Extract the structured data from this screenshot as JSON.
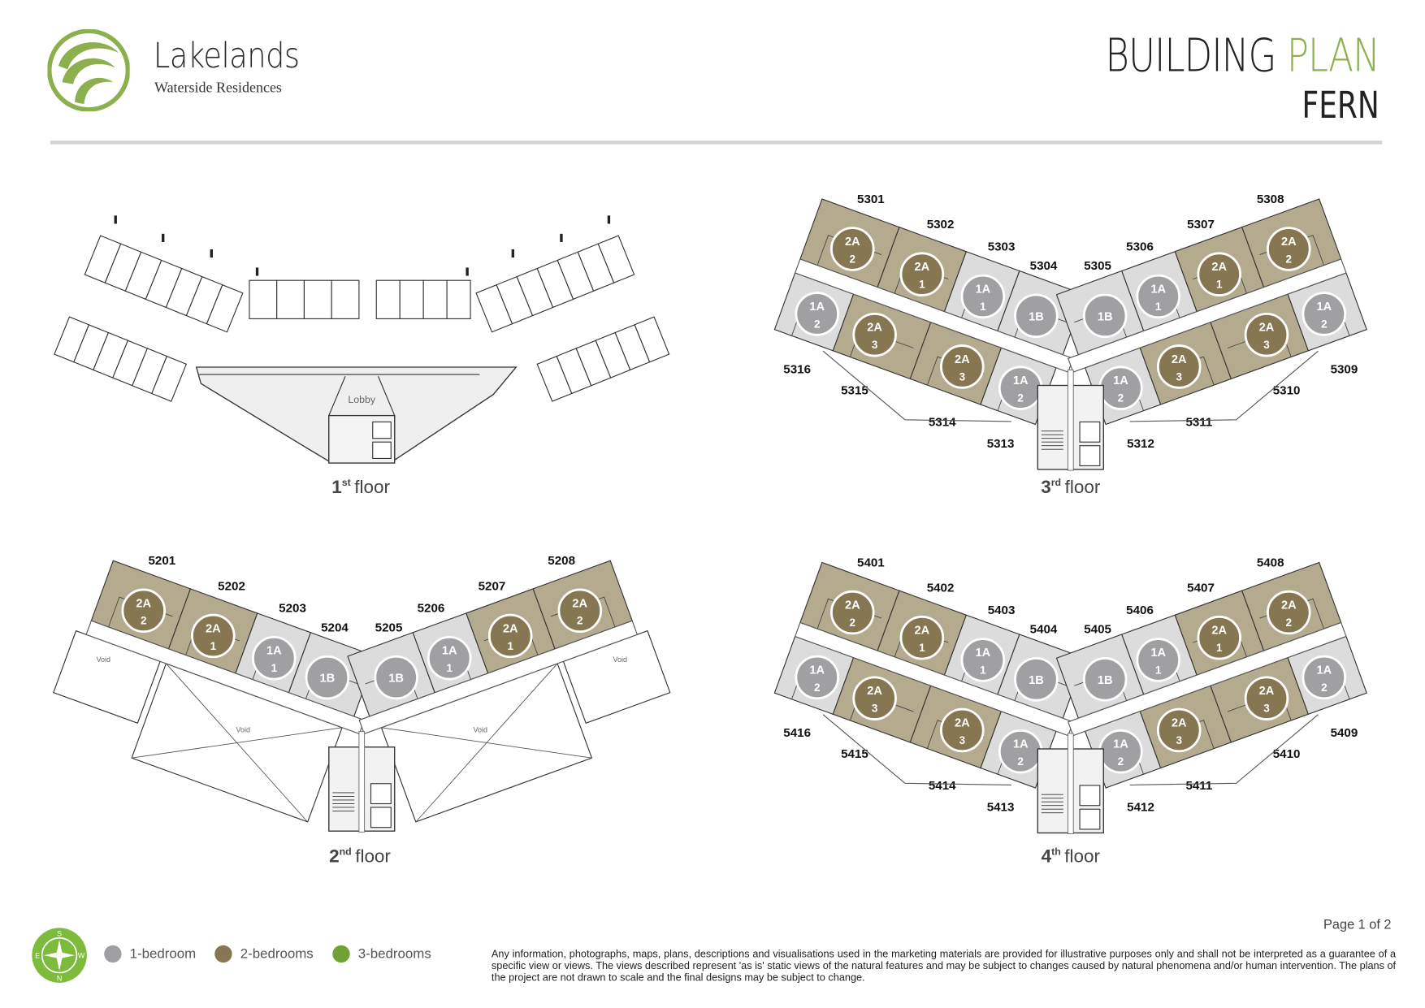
{
  "header": {
    "brand_name": "Lakelands",
    "brand_tagline": "Waterside Residences",
    "title_main": "BUILDING",
    "title_accent": "PLAN",
    "subtitle": "FERN"
  },
  "colors": {
    "accent_green": "#8db04f",
    "one_bed": "#a09fa1",
    "two_bed": "#867651",
    "three_bed": "#6fa134",
    "one_bed_fill": "#dcdcdc",
    "two_bed_fill": "#b4aa8e"
  },
  "floors": [
    {
      "key": "f1",
      "num": "1",
      "sup": "st",
      "word": "floor",
      "lobby_label": "Lobby"
    },
    {
      "key": "f2",
      "num": "2",
      "sup": "nd",
      "word": "floor",
      "void_label": "Void",
      "left_top": [
        {
          "id": "5204",
          "code": "1B",
          "variant": "",
          "beds": 1
        },
        {
          "id": "5203",
          "code": "1A",
          "variant": "1",
          "beds": 1
        },
        {
          "id": "5202",
          "code": "2A",
          "variant": "1",
          "beds": 2
        },
        {
          "id": "5201",
          "code": "2A",
          "variant": "2",
          "beds": 2
        }
      ],
      "right_top": [
        {
          "id": "5205",
          "code": "1B",
          "variant": "",
          "beds": 1
        },
        {
          "id": "5206",
          "code": "1A",
          "variant": "1",
          "beds": 1
        },
        {
          "id": "5207",
          "code": "2A",
          "variant": "1",
          "beds": 2
        },
        {
          "id": "5208",
          "code": "2A",
          "variant": "2",
          "beds": 2
        }
      ]
    },
    {
      "key": "f3",
      "num": "3",
      "sup": "rd",
      "word": "floor",
      "left_top": [
        {
          "id": "5304",
          "code": "1B",
          "variant": "",
          "beds": 1
        },
        {
          "id": "5303",
          "code": "1A",
          "variant": "1",
          "beds": 1
        },
        {
          "id": "5302",
          "code": "2A",
          "variant": "1",
          "beds": 2
        },
        {
          "id": "5301",
          "code": "2A",
          "variant": "2",
          "beds": 2
        }
      ],
      "right_top": [
        {
          "id": "5305",
          "code": "1B",
          "variant": "",
          "beds": 1
        },
        {
          "id": "5306",
          "code": "1A",
          "variant": "1",
          "beds": 1
        },
        {
          "id": "5307",
          "code": "2A",
          "variant": "1",
          "beds": 2
        },
        {
          "id": "5308",
          "code": "2A",
          "variant": "2",
          "beds": 2
        }
      ],
      "left_bottom": [
        {
          "id": "5313",
          "code": "1A",
          "variant": "2",
          "beds": 1
        },
        {
          "id": "5314",
          "code": "2A",
          "variant": "3",
          "beds": 2
        },
        {
          "id": "5315",
          "code": "2A",
          "variant": "3",
          "beds": 2
        },
        {
          "id": "5316",
          "code": "1A",
          "variant": "2",
          "beds": 1
        }
      ],
      "right_bottom": [
        {
          "id": "5312",
          "code": "1A",
          "variant": "2",
          "beds": 1
        },
        {
          "id": "5311",
          "code": "2A",
          "variant": "3",
          "beds": 2
        },
        {
          "id": "5310",
          "code": "2A",
          "variant": "3",
          "beds": 2
        },
        {
          "id": "5309",
          "code": "1A",
          "variant": "2",
          "beds": 1
        }
      ]
    },
    {
      "key": "f4",
      "num": "4",
      "sup": "th",
      "word": "floor",
      "left_top": [
        {
          "id": "5404",
          "code": "1B",
          "variant": "",
          "beds": 1
        },
        {
          "id": "5403",
          "code": "1A",
          "variant": "1",
          "beds": 1
        },
        {
          "id": "5402",
          "code": "2A",
          "variant": "1",
          "beds": 2
        },
        {
          "id": "5401",
          "code": "2A",
          "variant": "2",
          "beds": 2
        }
      ],
      "right_top": [
        {
          "id": "5405",
          "code": "1B",
          "variant": "",
          "beds": 1
        },
        {
          "id": "5406",
          "code": "1A",
          "variant": "1",
          "beds": 1
        },
        {
          "id": "5407",
          "code": "2A",
          "variant": "1",
          "beds": 2
        },
        {
          "id": "5408",
          "code": "2A",
          "variant": "2",
          "beds": 2
        }
      ],
      "left_bottom": [
        {
          "id": "5413",
          "code": "1A",
          "variant": "2",
          "beds": 1
        },
        {
          "id": "5414",
          "code": "2A",
          "variant": "3",
          "beds": 2
        },
        {
          "id": "5415",
          "code": "2A",
          "variant": "3",
          "beds": 2
        },
        {
          "id": "5416",
          "code": "1A",
          "variant": "2",
          "beds": 1
        }
      ],
      "right_bottom": [
        {
          "id": "5412",
          "code": "1A",
          "variant": "2",
          "beds": 1
        },
        {
          "id": "5411",
          "code": "2A",
          "variant": "3",
          "beds": 2
        },
        {
          "id": "5410",
          "code": "2A",
          "variant": "3",
          "beds": 2
        },
        {
          "id": "5409",
          "code": "1A",
          "variant": "2",
          "beds": 1
        }
      ]
    }
  ],
  "compass": {
    "n": "N",
    "s": "S",
    "e": "E",
    "w": "W"
  },
  "legend": [
    {
      "label": "1-bedroom",
      "color": "#a09fa1"
    },
    {
      "label": "2-bedrooms",
      "color": "#867651"
    },
    {
      "label": "3-bedrooms",
      "color": "#6fa134"
    }
  ],
  "footer": {
    "page": "Page 1 of 2",
    "disclaimer": "Any information, photographs, maps, plans, descriptions and visualisations used in the marketing materials are provided for illustrative purposes only and shall not be interpreted as a guarantee of a specific view or views. The views described represent 'as is' static views of the natural features and may be subject to changes caused by natural phenomena and/or human intervention. The plans of the project are not drawn to scale and the final designs may be subject to change."
  }
}
